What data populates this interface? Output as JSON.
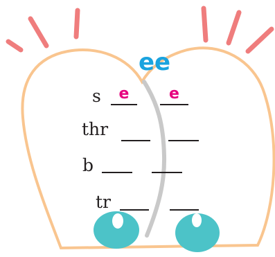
{
  "title": "ee",
  "rows": [
    {
      "stem": "s",
      "fill_1": "e",
      "fill_2": "e"
    },
    {
      "stem": "thr",
      "fill_1": "",
      "fill_2": ""
    },
    {
      "stem": "b",
      "fill_1": "",
      "fill_2": ""
    },
    {
      "stem": "tr",
      "fill_1": "",
      "fill_2": ""
    }
  ],
  "colors": {
    "title": "#1aa3df",
    "filled_letter": "#e6007e",
    "outline": "#f9c58f",
    "rays": "#ef7d7d",
    "eyes": "#4cc3c8",
    "center_line": "#c9c9c9"
  }
}
